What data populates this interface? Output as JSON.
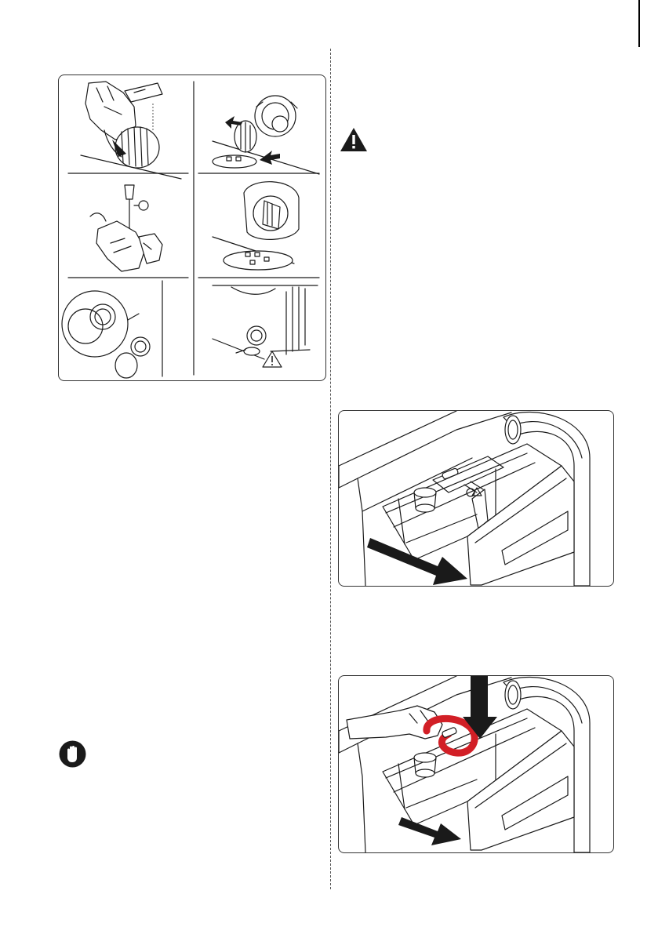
{
  "page": {
    "background": "#ffffff",
    "ink": "#1a1a1a",
    "accent_red": "#d21f26"
  },
  "icons": {
    "warning": "warning-triangle-icon",
    "caution": "caution-hand-icon",
    "small_warning": "warning-triangle-small-icon"
  },
  "figures": {
    "pump_filter": "pump-filter-cleaning-steps",
    "drawer_remove": "detergent-drawer-removal",
    "drawer_release": "detergent-drawer-release-press"
  }
}
